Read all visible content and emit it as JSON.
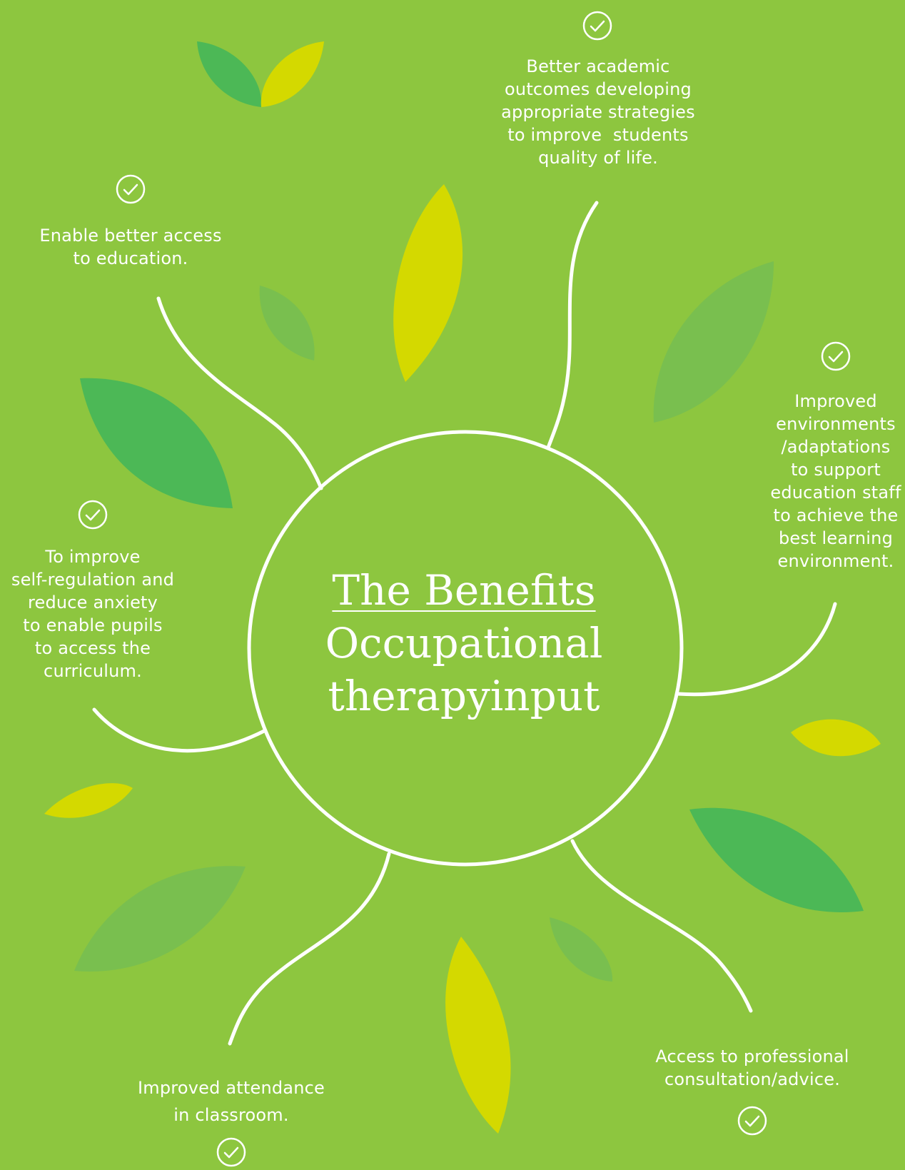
{
  "title": {
    "line1": "The Benefits",
    "line2": "Occupational",
    "line3": "therapyinput"
  },
  "items": [
    {
      "id": "academic",
      "lines": [
        "Better academic",
        "outcomes developing",
        "appropriate strategies",
        "to improve  students",
        "quality of life."
      ]
    },
    {
      "id": "access",
      "lines": [
        "Enable better access",
        "to education."
      ]
    },
    {
      "id": "environments",
      "lines": [
        "Improved",
        "environments",
        "/adaptations",
        "to support",
        "education staff",
        "to achieve the",
        "best learning",
        "environment."
      ]
    },
    {
      "id": "self-regulation",
      "lines": [
        "To improve",
        "self-regulation and",
        "reduce anxiety",
        "to enable pupils",
        "to access the",
        "curriculum."
      ]
    },
    {
      "id": "consultation",
      "lines": [
        "Access to professional",
        "consultation/advice."
      ]
    },
    {
      "id": "attendance",
      "lines": [
        "Improved attendance",
        "in classroom."
      ]
    }
  ],
  "icons": {
    "check": "check-circle-icon"
  },
  "colors": {
    "background": "#8dc63f",
    "leaf_dark_green": "#4cb856",
    "leaf_yellow": "#d4d900",
    "leaf_muted_green": "#79bf4f",
    "stroke": "#ffffff"
  }
}
